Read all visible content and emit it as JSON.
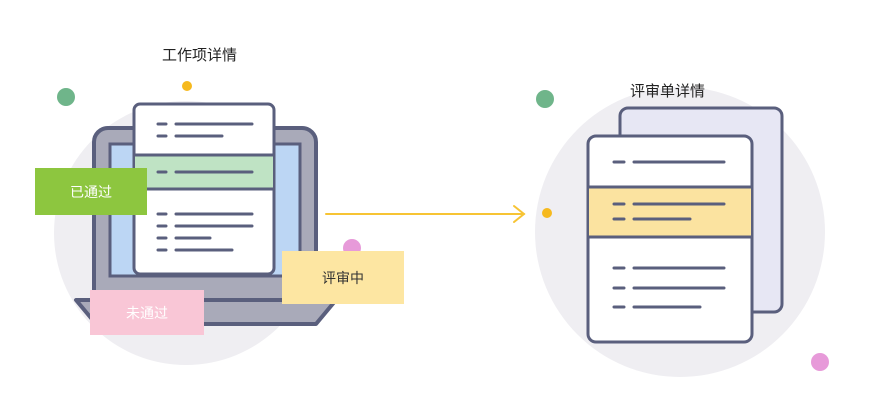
{
  "left": {
    "title": "工作项详情",
    "status_passed": "已通过",
    "status_failed": "未通过",
    "status_reviewing": "评审中"
  },
  "right": {
    "title": "评审单详情"
  },
  "colors": {
    "bg_circle": "#efeef2",
    "outline": "#5a5f7d",
    "laptop_body": "#a9aab9",
    "laptop_screen": "#bcd6f4",
    "doc_highlight_green": "#bfe3c4",
    "doc_highlight_yellow": "#fbe3a0",
    "passed_tag": "#8dc63f",
    "failed_tag": "#f9c6d6",
    "reviewing_tag": "#fde6a2",
    "arrow": "#f7c434",
    "dot_green": "#6fb58a",
    "dot_orange": "#f6b91e",
    "dot_pink": "#e79ad9",
    "back_doc": "#e7e7f4"
  }
}
